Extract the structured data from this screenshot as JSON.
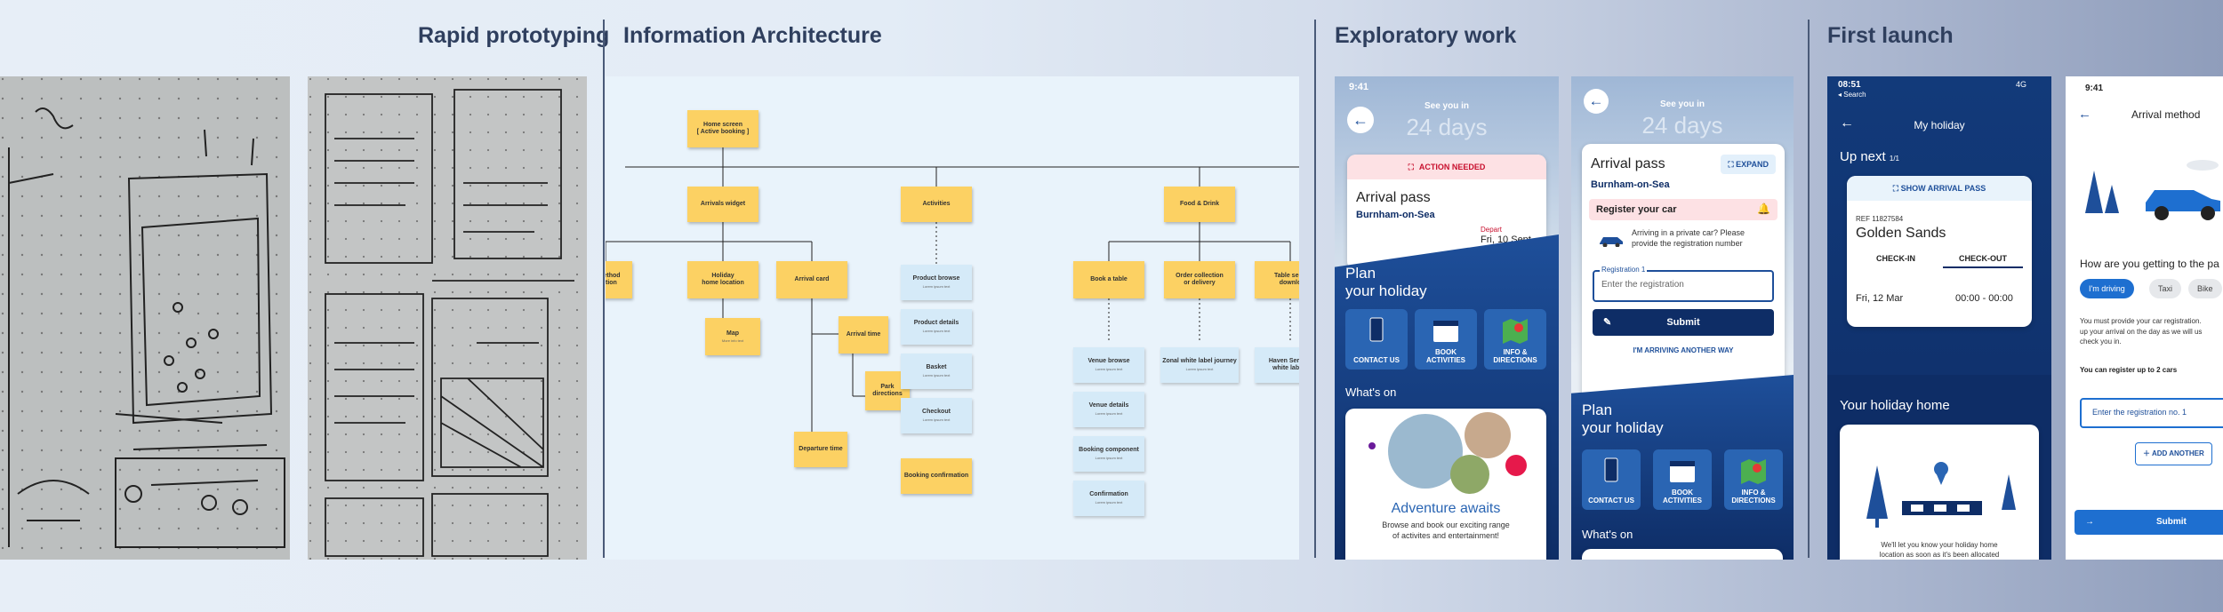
{
  "sections": {
    "rapid_prototyping": "Rapid prototyping",
    "information_architecture": "Information Architecture",
    "exploratory_work": "Exploratory work",
    "first_launch": "First launch"
  },
  "ia": {
    "home": "Home screen\n[ Active booking ]",
    "arrivals_widget": "Arrivals widget",
    "activities": "Activities",
    "food_drink": "Food & Drink",
    "arrival_method": "al method\nstration",
    "holiday_location": "Holiday\nhome location",
    "arrival_card": "Arrival card",
    "map": "Map",
    "map_sub": "More info text",
    "arrival_time": "Arrival time",
    "park_directions": "Park\ndirections",
    "departure_time": "Departure time",
    "product_browse": "Product browse",
    "product_details": "Product details",
    "basket": "Basket",
    "checkout": "Checkout",
    "booking_confirmation": "Booking confirmation",
    "book_table": "Book a table",
    "order_collection": "Order collection\nor delivery",
    "table_service": "Table servi\ndownlo",
    "venue_browse": "Venue browse",
    "venue_details": "Venue details",
    "booking_component": "Booking component",
    "confirmation": "Confirmation",
    "zonal": "Zonal white label journey",
    "haven_serve": "Haven Serve o\nwhite label j",
    "card_sub": "Lorem ipsum text"
  },
  "phone1": {
    "time": "9:41",
    "see_you": "See you in",
    "days": "24 days",
    "action_needed": "ACTION NEEDED",
    "card_title": "Arrival pass",
    "location": "Burnham-on-Sea",
    "depart_label": "Depart",
    "depart_date": "Fri, 10 Sept",
    "plan": "Plan\nyour holiday",
    "tiles": [
      "CONTACT US",
      "BOOK\nACTIVITIES",
      "INFO &\nDIRECTIONS"
    ],
    "whats_on": "What's on",
    "adventure": "Adventure awaits",
    "adventure_text": "Browse and book our exciting range\nof activites and entertainment!"
  },
  "phone2": {
    "see_you": "See you in",
    "days": "24 days",
    "card_title": "Arrival pass",
    "expand": "EXPAND",
    "location": "Burnham-on-Sea",
    "register_title": "Register your car",
    "register_text": "Arriving in a private car? Please\nprovide the registration number",
    "reg_label": "Registration 1",
    "reg_placeholder": "Enter the registration",
    "submit": "Submit",
    "another_way": "I'M ARRIVING ANOTHER WAY",
    "plan": "Plan\nyour holiday",
    "tiles": [
      "CONTACT US",
      "BOOK\nACTIVITIES",
      "INFO &\nDIRECTIONS"
    ],
    "whats_on": "What's on"
  },
  "phone3": {
    "time": "08:51",
    "search": "◂ Search",
    "network": "4G",
    "title": "My holiday",
    "up_next": "Up next",
    "up_next_count": "1/1",
    "show_pass": "SHOW ARRIVAL PASS",
    "ref": "REF 11827584",
    "park": "Golden Sands",
    "check_in": "CHECK-IN",
    "check_out": "CHECK-OUT",
    "date": "Fri, 12 Mar",
    "hours": "00:00 - 00:00",
    "holiday_home": "Your holiday home",
    "home_text": "We'll let you know your holiday home\nlocation as soon as it's been allocated"
  },
  "phone4": {
    "time": "9:41",
    "title": "Arrival method",
    "question": "How are you getting to the pa",
    "chips": [
      "I'm driving",
      "Taxi",
      "Bike"
    ],
    "info": "You must provide your car registration.\nup your arrival on the day as we will us\ncheck you in.",
    "limit": "You can register up to 2 cars",
    "placeholder": "Enter the registration no. 1",
    "add_another": "ADD ANOTHER",
    "submit": "Submit"
  },
  "colors": {
    "navy": "#0e2d66",
    "blue": "#1e4f9a",
    "accent": "#1a5fb4",
    "sticky": "#fcd163",
    "card": "#d5eaf8"
  }
}
